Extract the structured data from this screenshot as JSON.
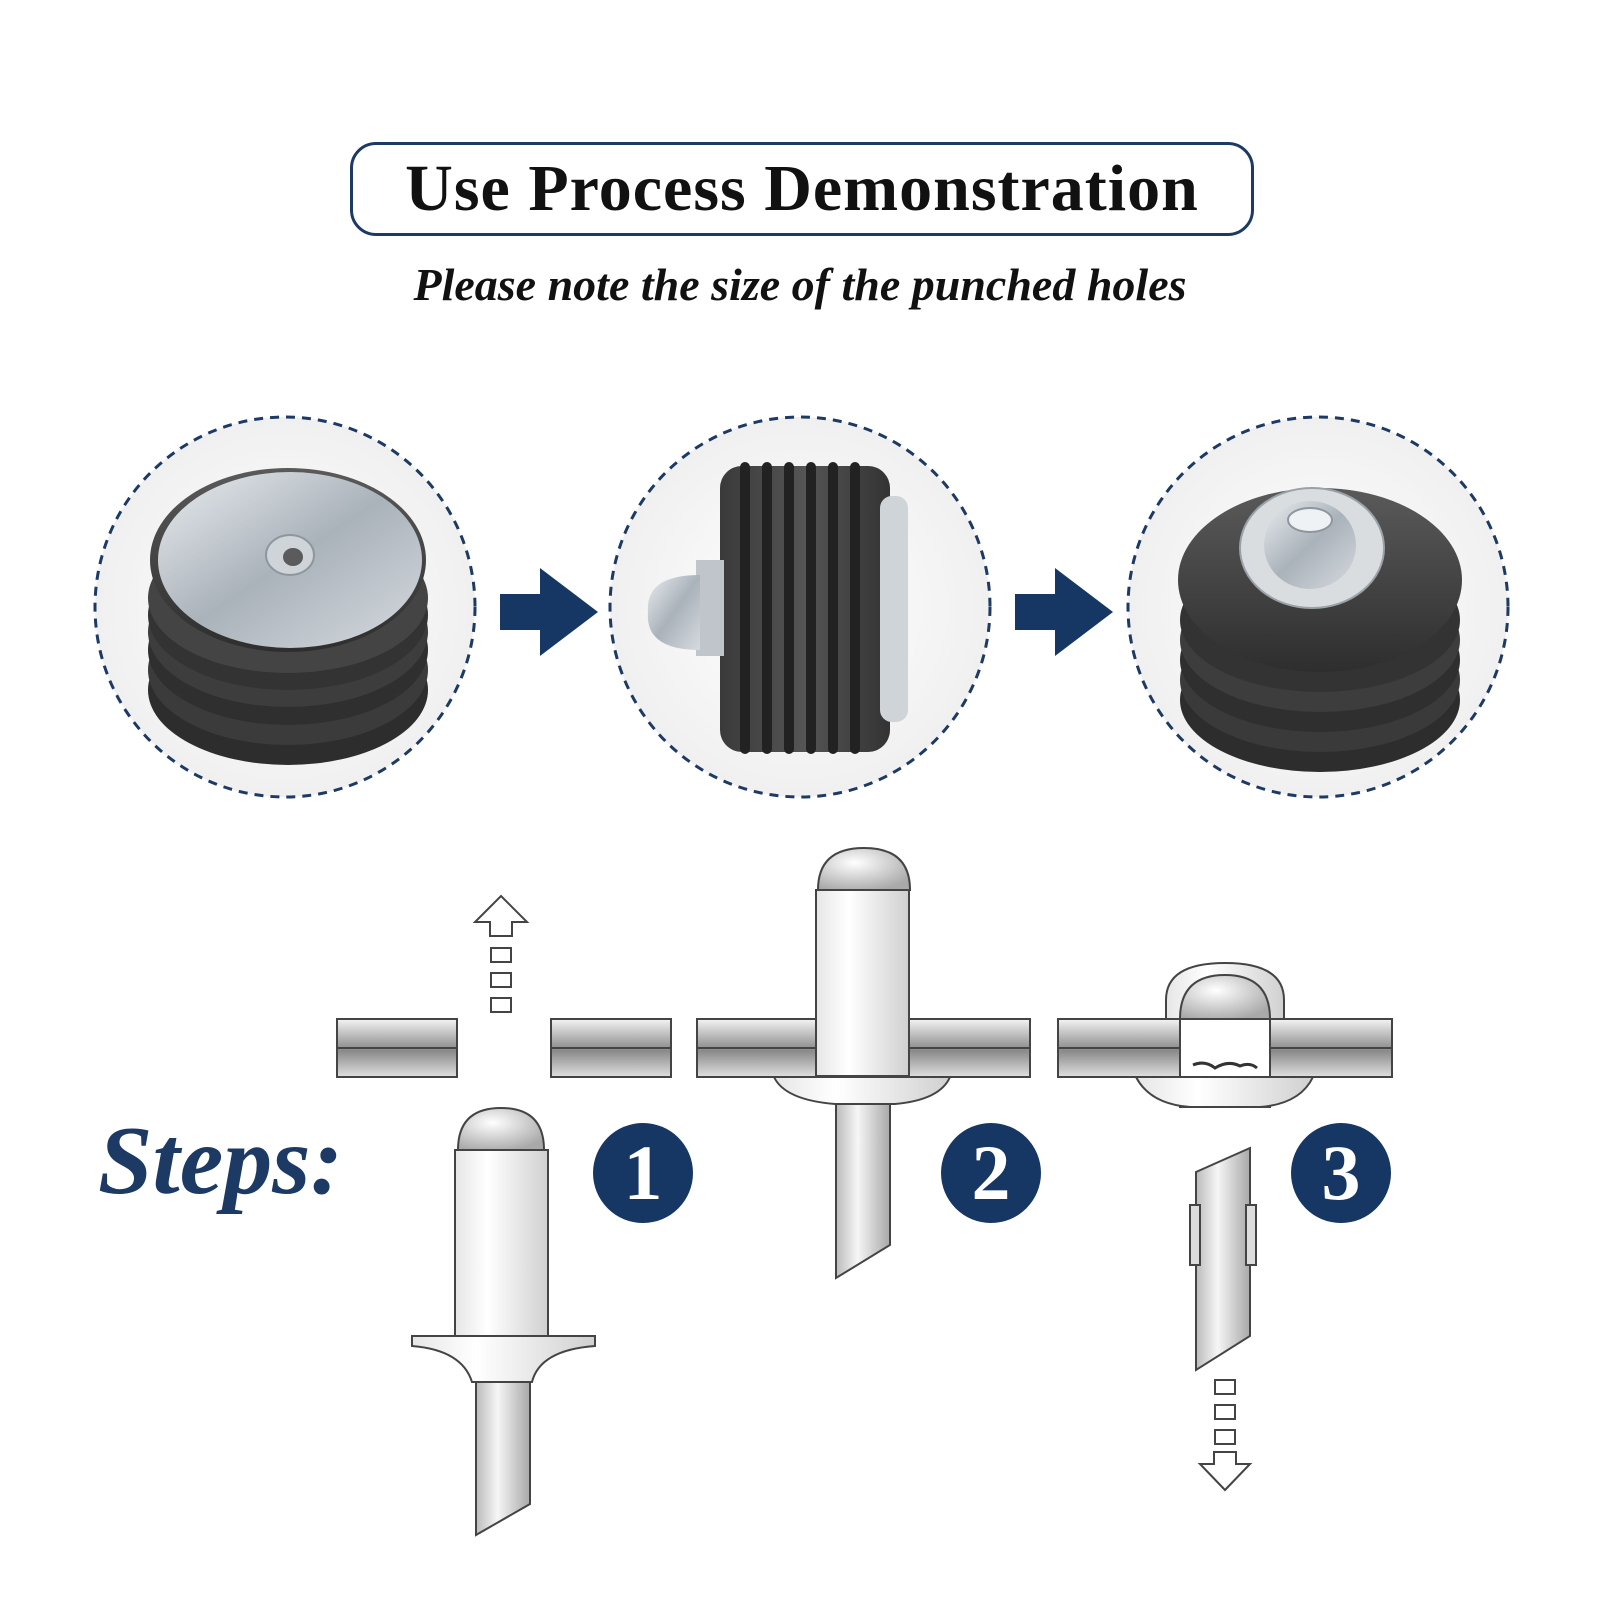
{
  "header": {
    "title": "Use Process Demonstration",
    "subtitle": "Please note the size of the punched holes"
  },
  "steps": {
    "label": "Steps:",
    "numbers": [
      "1",
      "2",
      "3"
    ]
  },
  "colors": {
    "navy": "#1c3a63",
    "step_badge": "#163763",
    "dashed_circle": "#1c3a63",
    "arrow": "#163763"
  },
  "icons": {
    "arrow_right": "arrow-right-icon",
    "arrow_up_dashed": "arrow-up-dashed-icon",
    "arrow_down_dashed": "arrow-down-dashed-icon"
  }
}
